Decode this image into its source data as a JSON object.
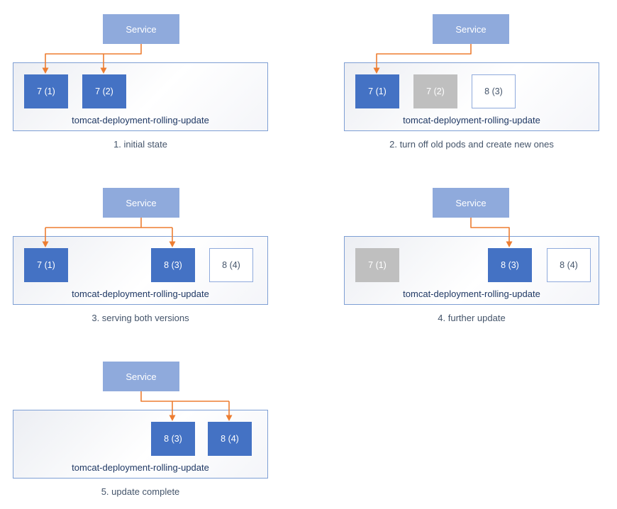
{
  "colors": {
    "background": "#FFFFFF",
    "service_fill": "#8FAADC",
    "pod_active_fill": "#4472C4",
    "pod_off_fill": "#BFBFBF",
    "pod_new_border": "#8FAADC",
    "pod_new_text": "#44546A",
    "pod_text": "#FFFFFF",
    "container_border": "#7E9FD4",
    "container_label_text": "#1F3864",
    "arrow": "#ED7D31",
    "caption_text": "#44546A"
  },
  "panels": [
    {
      "service_label": "Service",
      "container_label": "tomcat-deployment-rolling-update",
      "caption": "1. initial state",
      "pods": [
        {
          "label": "7 (1)",
          "state": "active"
        },
        {
          "label": "7 (2)",
          "state": "active"
        }
      ]
    },
    {
      "service_label": "Service",
      "container_label": "tomcat-deployment-rolling-update",
      "caption": "2. turn off old pods and create new ones",
      "pods": [
        {
          "label": "7 (1)",
          "state": "active"
        },
        {
          "label": "7 (2)",
          "state": "off"
        },
        {
          "label": "8 (3)",
          "state": "new"
        }
      ]
    },
    {
      "service_label": "Service",
      "container_label": "tomcat-deployment-rolling-update",
      "caption": "3. serving both versions",
      "pods": [
        {
          "label": "7 (1)",
          "state": "active"
        },
        {
          "label": "8 (3)",
          "state": "active"
        },
        {
          "label": "8 (4)",
          "state": "new"
        }
      ]
    },
    {
      "service_label": "Service",
      "container_label": "tomcat-deployment-rolling-update",
      "caption": "4. further update",
      "pods": [
        {
          "label": "7 (1)",
          "state": "off"
        },
        {
          "label": "8 (3)",
          "state": "active"
        },
        {
          "label": "8 (4)",
          "state": "new"
        }
      ]
    },
    {
      "service_label": "Service",
      "container_label": "tomcat-deployment-rolling-update",
      "caption": "5. update complete",
      "pods": [
        {
          "label": "8 (3)",
          "state": "active"
        },
        {
          "label": "8 (4)",
          "state": "active"
        }
      ]
    }
  ]
}
